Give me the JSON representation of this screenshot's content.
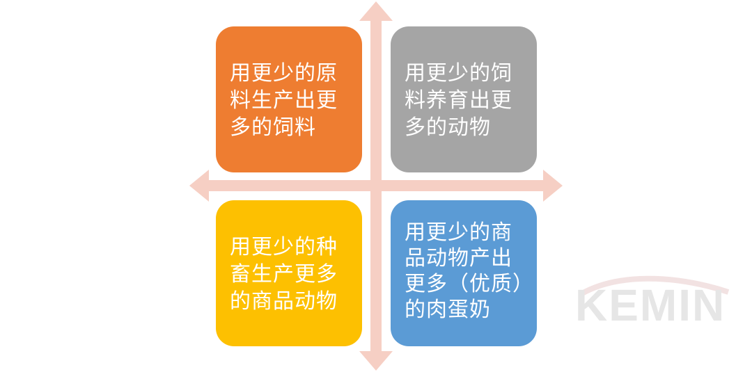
{
  "colors": {
    "axis": "#f6cfc4",
    "top_left": "#ee7d31",
    "top_right": "#a5a5a5",
    "bottom_left": "#fdc001",
    "bottom_right": "#5b9bd5",
    "watermark": "#e6e6e6"
  },
  "quadrants": {
    "top_left": "用更少的原料生产出更多的饲料",
    "top_right": "用更少的饲料养育出更多的动物",
    "bottom_left": "用更少的种畜生产更多的商品动物",
    "bottom_right": "用更少的商品动物产出更多（优质）的肉蛋奶"
  },
  "watermark": {
    "text": "KEMIN"
  }
}
